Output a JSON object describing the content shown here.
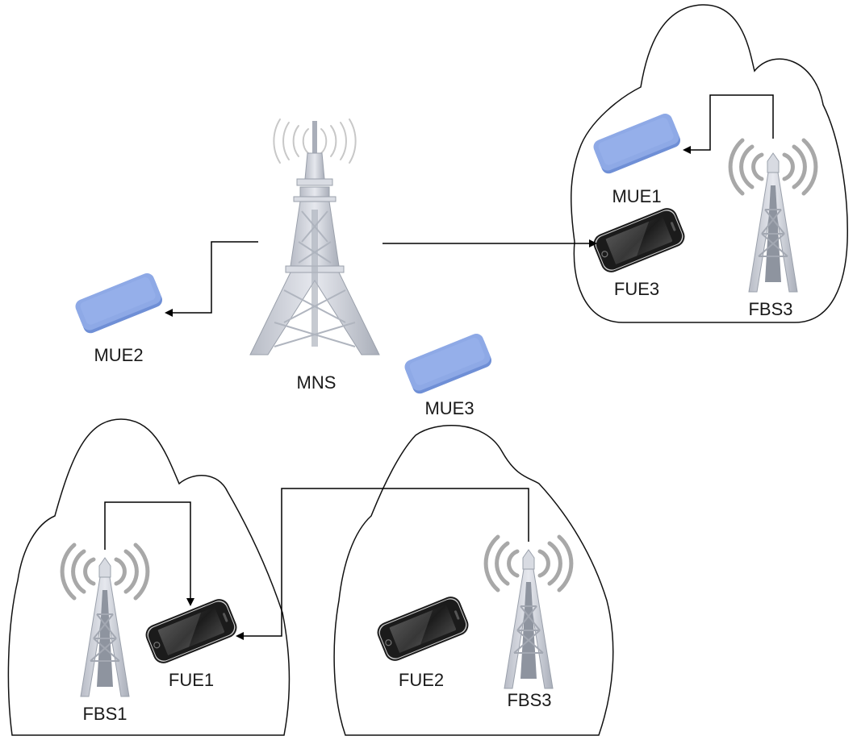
{
  "labels": {
    "mns": "MNS",
    "mue1": "MUE1",
    "mue2": "MUE2",
    "mue3": "MUE3",
    "fue1": "FUE1",
    "fue2": "FUE2",
    "fue3": "FUE3",
    "fbs1": "FBS1",
    "fbs3_top": "FBS3",
    "fbs3_bottom": "FBS3"
  },
  "colors": {
    "tablet": "#8ea9e6",
    "tablet_edge": "#6f8fd6",
    "tower": "#c9ccd4",
    "tower_dark": "#9aa0ab",
    "signal": "#a8a8a8",
    "phone": "#1b1b1b",
    "line": "#000000"
  },
  "icons": {
    "macro_tower": "cell-tower-icon",
    "femto_tower": "femto-tower-icon",
    "tablet": "tablet-icon",
    "phone": "smartphone-icon"
  }
}
